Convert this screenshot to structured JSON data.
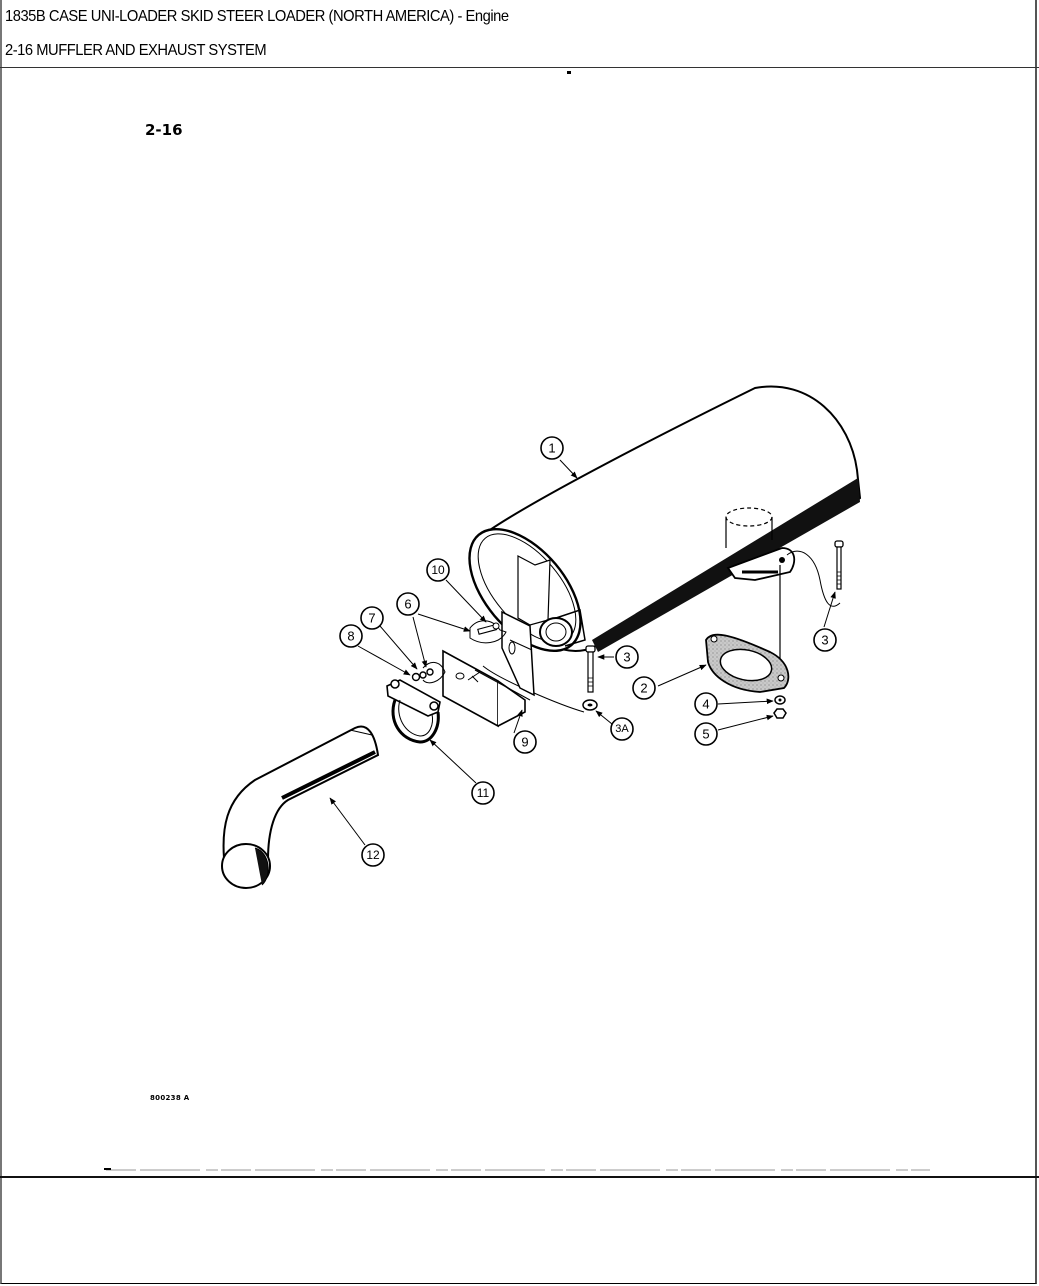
{
  "header": {
    "title": "1835B CASE UNI-LOADER SKID STEER LOADER (NORTH AMERICA) - Engine",
    "section": "2-16 MUFFLER AND EXHAUST SYSTEM"
  },
  "diagram": {
    "figure_number": "2-16",
    "image_code": "800238 A",
    "callouts": [
      {
        "id": "1",
        "label": "1",
        "part": "muffler"
      },
      {
        "id": "2",
        "label": "2",
        "part": "gasket"
      },
      {
        "id": "3a",
        "label": "3",
        "part": "bolt (flange)"
      },
      {
        "id": "3b",
        "label": "3",
        "part": "bolt (bracket)"
      },
      {
        "id": "3A",
        "label": "3A",
        "part": "washer"
      },
      {
        "id": "4",
        "label": "4",
        "part": "lock washer"
      },
      {
        "id": "5",
        "label": "5",
        "part": "nut"
      },
      {
        "id": "6",
        "label": "6",
        "part": "bolt"
      },
      {
        "id": "7",
        "label": "7",
        "part": "lock washer"
      },
      {
        "id": "8",
        "label": "8",
        "part": "nut"
      },
      {
        "id": "9",
        "label": "9",
        "part": "bracket"
      },
      {
        "id": "10",
        "label": "10",
        "part": "bracket"
      },
      {
        "id": "11",
        "label": "11",
        "part": "exhaust clamp"
      },
      {
        "id": "12",
        "label": "12",
        "part": "exhaust pipe"
      }
    ]
  }
}
